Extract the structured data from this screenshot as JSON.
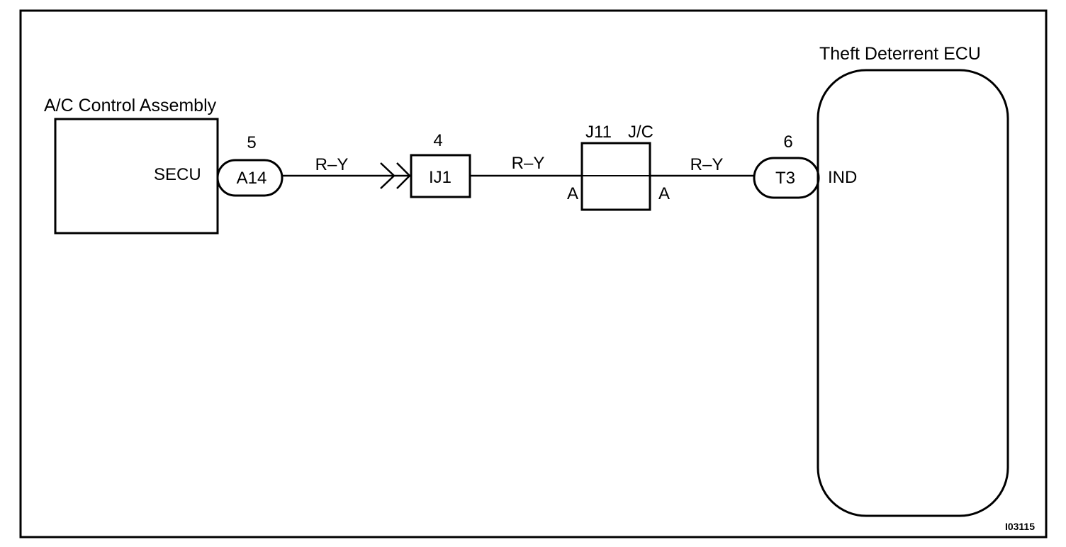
{
  "components": {
    "ac_control": {
      "title": "A/C Control Assembly",
      "pin_label": "SECU"
    },
    "theft_ecu": {
      "title": "Theft Deterrent ECU",
      "pin_label": "IND"
    },
    "connector_a14": {
      "id": "A14",
      "pin": "5"
    },
    "connector_ij1": {
      "id": "IJ1",
      "pin": "4"
    },
    "junction_j11": {
      "id": "J11",
      "type": "J/C",
      "left_terminal": "A",
      "right_terminal": "A"
    },
    "connector_t3": {
      "id": "T3",
      "pin": "6"
    }
  },
  "wires": [
    {
      "from": "A14",
      "to": "IJ1",
      "color": "R–Y"
    },
    {
      "from": "IJ1",
      "to": "J11",
      "color": "R–Y"
    },
    {
      "from": "J11",
      "to": "T3",
      "color": "R–Y"
    }
  ],
  "figure_code": "I03115"
}
